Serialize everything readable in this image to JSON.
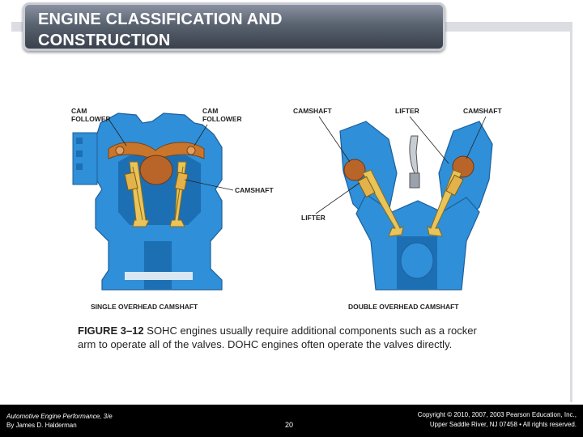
{
  "slide": {
    "title": "ENGINE CLASSIFICATION AND\nCONSTRUCTION"
  },
  "figure": {
    "labels": {
      "cam_follower_left": [
        "CAM",
        "FOLLOWER"
      ],
      "cam_follower_right": [
        "CAM",
        "FOLLOWER"
      ],
      "camshaft_single": "CAMSHAFT",
      "single_caption": "SINGLE OVERHEAD CAMSHAFT",
      "camshaft_left": "CAMSHAFT",
      "lifter_top": "LIFTER",
      "camshaft_right": "CAMSHAFT",
      "lifter_bottom": "LIFTER",
      "double_caption": "DOUBLE OVERHEAD CAMSHAFT"
    },
    "colors": {
      "engine_blue": "#2f8fd8",
      "engine_dark": "#1d6fb4",
      "component_orange": "#c9762c",
      "valve_yellow": "#e8c45a"
    }
  },
  "caption": {
    "figure_number": "FIGURE 3–12",
    "text": " SOHC engines usually require additional components such as a rocker arm to operate all of the valves. DOHC engines often operate the valves directly."
  },
  "footer": {
    "book_title": "Automotive Engine Performance, 3/e",
    "author": "By James D. Halderman",
    "page_number": "20",
    "copyright_line1": "Copyright © 2010, 2007, 2003 Pearson Education, Inc.,",
    "copyright_line2": "Upper Saddle River, NJ 07458 • All rights reserved."
  }
}
